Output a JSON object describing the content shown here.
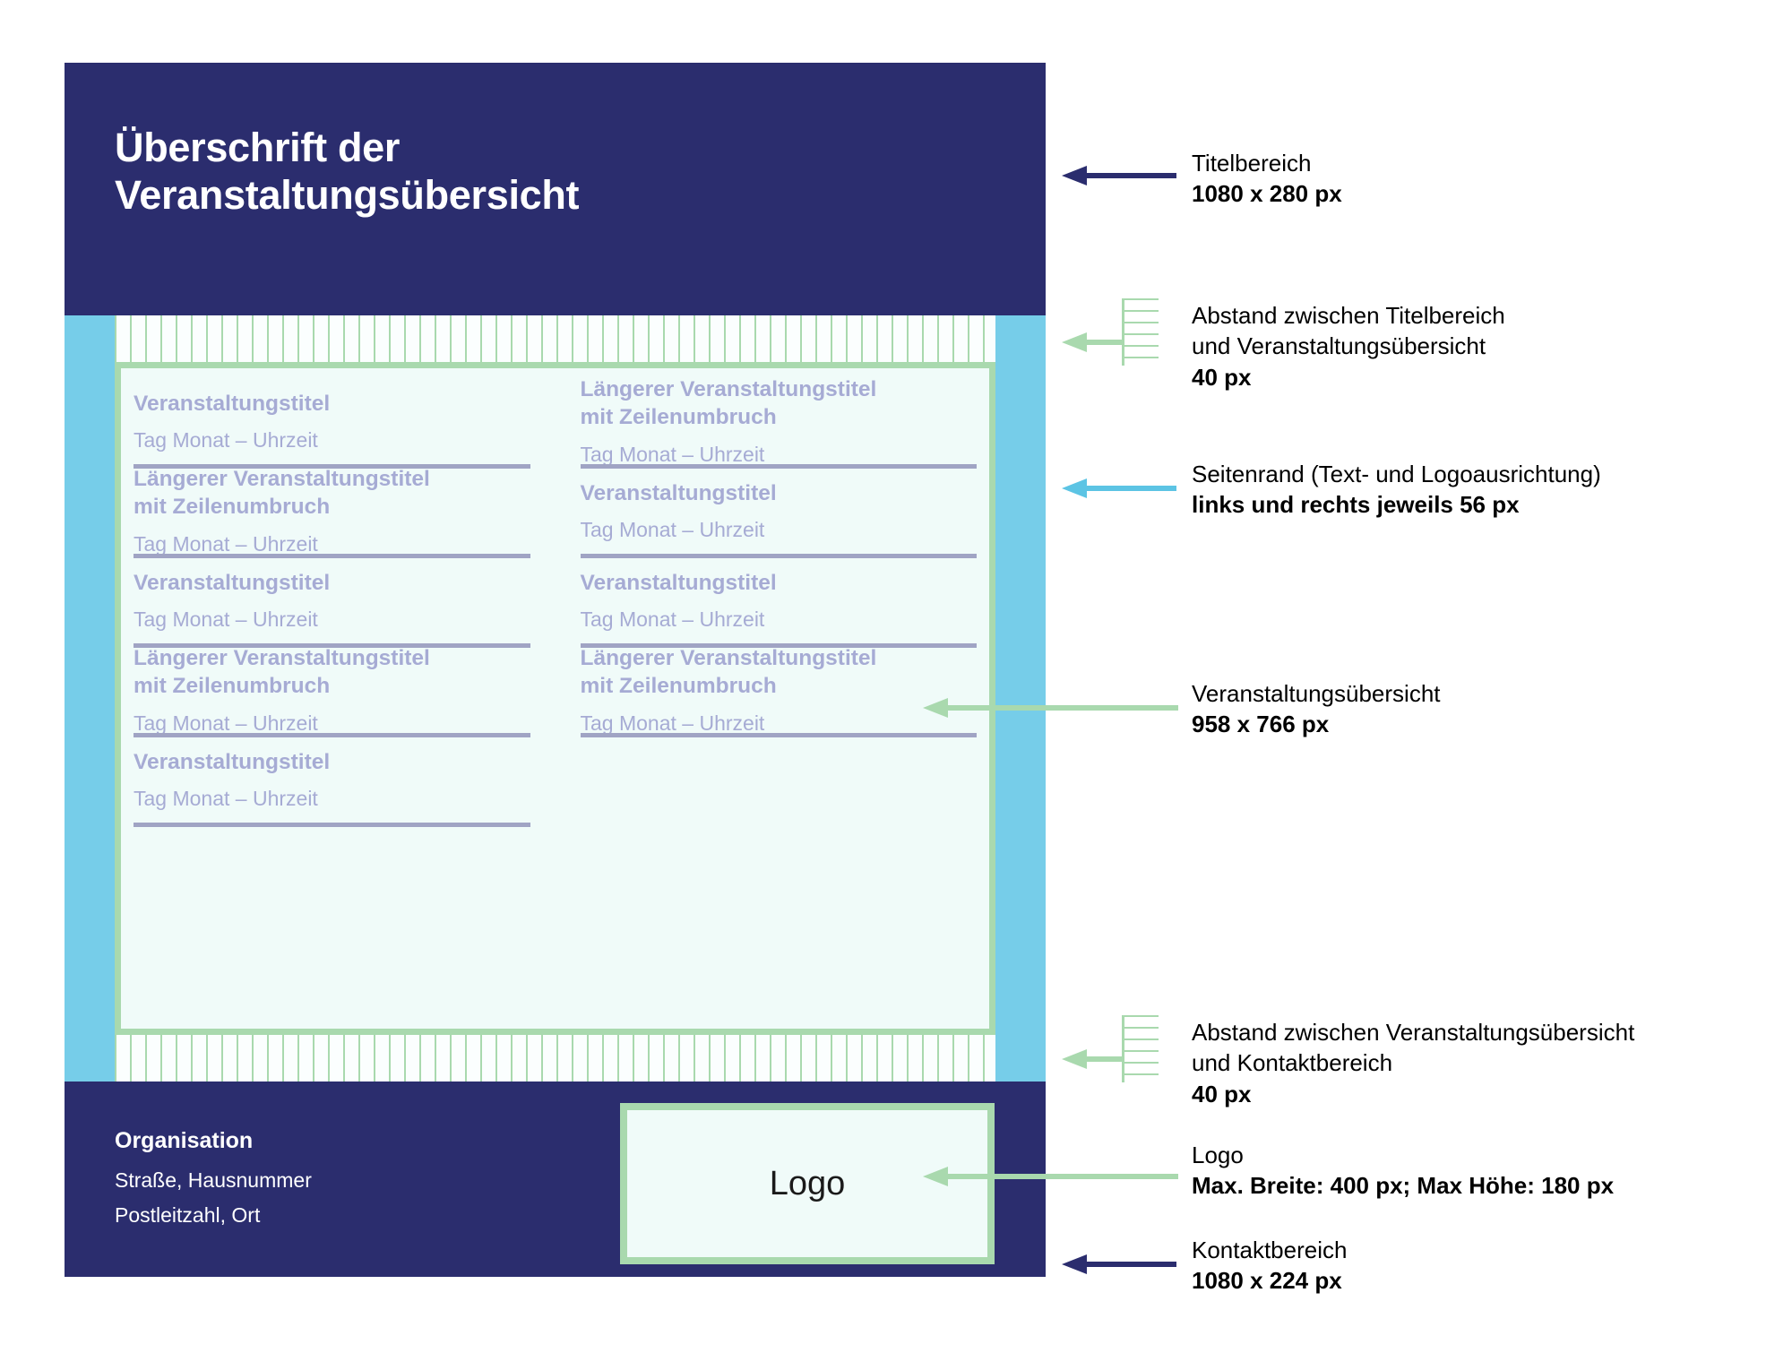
{
  "poster": {
    "title": "Überschrift der\nVeranstaltungsübersicht",
    "events": [
      {
        "title": "Veranstaltungstitel",
        "date": "Tag Monat – Uhrzeit",
        "wraps": false
      },
      {
        "title": "Längerer Veranstaltungstitel\nmit Zeilenumbruch",
        "date": "Tag Monat – Uhrzeit",
        "wraps": true
      },
      {
        "title": "Längerer Veranstaltungstitel\nmit Zeilenumbruch",
        "date": "Tag Monat – Uhrzeit",
        "wraps": true
      },
      {
        "title": "Veranstaltungstitel",
        "date": "Tag Monat – Uhrzeit",
        "wraps": false
      },
      {
        "title": "Veranstaltungstitel",
        "date": "Tag Monat – Uhrzeit",
        "wraps": false
      },
      {
        "title": "Veranstaltungstitel",
        "date": "Tag Monat – Uhrzeit",
        "wraps": false
      },
      {
        "title": "Längerer Veranstaltungstitel\nmit Zeilenumbruch",
        "date": "Tag Monat – Uhrzeit",
        "wraps": true
      },
      {
        "title": "Längerer Veranstaltungstitel\nmit Zeilenumbruch",
        "date": "Tag Monat – Uhrzeit",
        "wraps": true
      },
      {
        "title": "Veranstaltungstitel",
        "date": "Tag Monat – Uhrzeit",
        "wraps": false
      }
    ],
    "contact": {
      "organisation": "Organisation",
      "street": "Straße, Hausnummer",
      "city": "Postleitzahl, Ort"
    },
    "logo_placeholder": "Logo"
  },
  "annotations": {
    "title_area": {
      "label": "Titelbereich",
      "value": "1080 x 280 px"
    },
    "gap_title": {
      "label": "Abstand zwischen Titelbereich\nund Veranstaltungsübersicht",
      "value": "40 px"
    },
    "page_margin": {
      "label": "Seitenrand (Text- und Logoausrichtung)",
      "value": "links und rechts jeweils 56 px"
    },
    "overview": {
      "label": "Veranstaltungsübersicht",
      "value": "958 x 766 px"
    },
    "gap_contact": {
      "label": "Abstand zwischen Veranstaltungsübersicht\nund Kontaktbereich",
      "value": "40 px"
    },
    "logo": {
      "label": "Logo",
      "value": "Max. Breite: 400 px; Max Höhe: 180 px"
    },
    "contact_area": {
      "label": "Kontaktbereich",
      "value": "1080 x 224 px"
    }
  },
  "colors": {
    "navy": "#2b2d6e",
    "cyan": "#76cde9",
    "green": "#a9d9ae",
    "mint_bg": "#f0fbf9",
    "lavender_text": "#a6abd4",
    "rule": "#a0a4c4"
  }
}
